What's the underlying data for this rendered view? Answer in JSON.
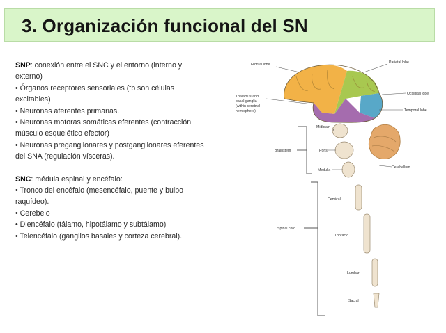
{
  "title": "3. Organización funcional del SN",
  "snp": {
    "head": "SNP",
    "intro": ": conexión entre el SNC y el entorno (interno y externo)",
    "bullets": [
      "• Órganos receptores sensoriales (tb son células excitables)",
      "• Neuronas aferentes primarias.",
      "• Neuronas motoras somáticas eferentes (contracción músculo esquelético efector)",
      "• Neuronas preganglionares y postganglionares eferentes del SNA (regulación vísceras)."
    ]
  },
  "snc": {
    "head": "SNC",
    "intro": ": médula espinal y encéfalo:",
    "bullets": [
      "• Tronco del encéfalo (mesencéfalo, puente y bulbo raquídeo).",
      "• Cerebelo",
      "• Diencéfalo (tálamo, hipotálamo y subtálamo)",
      "• Telencéfalo (ganglios basales y corteza cerebral)."
    ]
  },
  "figure": {
    "labels": {
      "frontal": "Frontal lobe",
      "parietal": "Parietal lobe",
      "occipital": "Occipital lobe",
      "temporal": "Temporal lobe",
      "thalamus_1": "Thalamus and",
      "thalamus_2": "basal ganglia",
      "thalamus_3": "(within cerebral",
      "thalamus_4": "hemisphere)",
      "brainstem": "Brainstem",
      "midbrain": "Midbrain",
      "pons": "Pons",
      "medulla": "Medulla",
      "cerebellum": "Cerebellum",
      "spinal_cord": "Spinal cord",
      "cervical": "Cervical",
      "thoracic": "Thoracic",
      "lumbar": "Lumbar",
      "sacral": "Sacral"
    },
    "colors": {
      "frontal": "#f2b247",
      "parietal": "#a8c850",
      "occipital": "#58a8c8",
      "temporal": "#a56cae",
      "structure": "#efe3cf",
      "cerebellum": "#e4a86a"
    }
  }
}
